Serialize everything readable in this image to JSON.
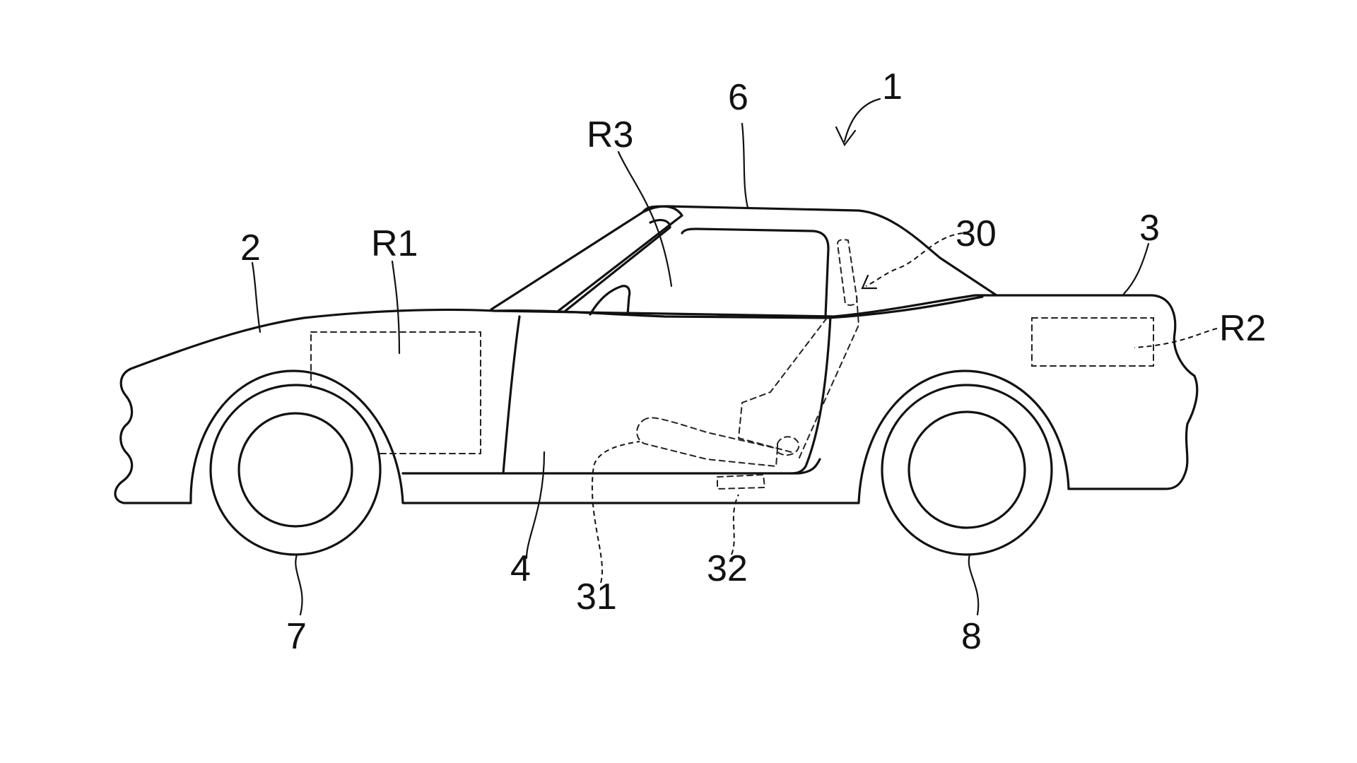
{
  "figure": {
    "labels": {
      "vehicle": "1",
      "front_body": "2",
      "rear_body": "3",
      "door": "4",
      "roof": "6",
      "front_wheel": "7",
      "rear_wheel": "8",
      "seat": "30",
      "seat_cushion": "31",
      "seat_rail": "32",
      "region_front": "R1",
      "region_rear": "R2",
      "region_cabin": "R3"
    },
    "colors": {
      "line": "#111111",
      "background": "#ffffff"
    }
  }
}
